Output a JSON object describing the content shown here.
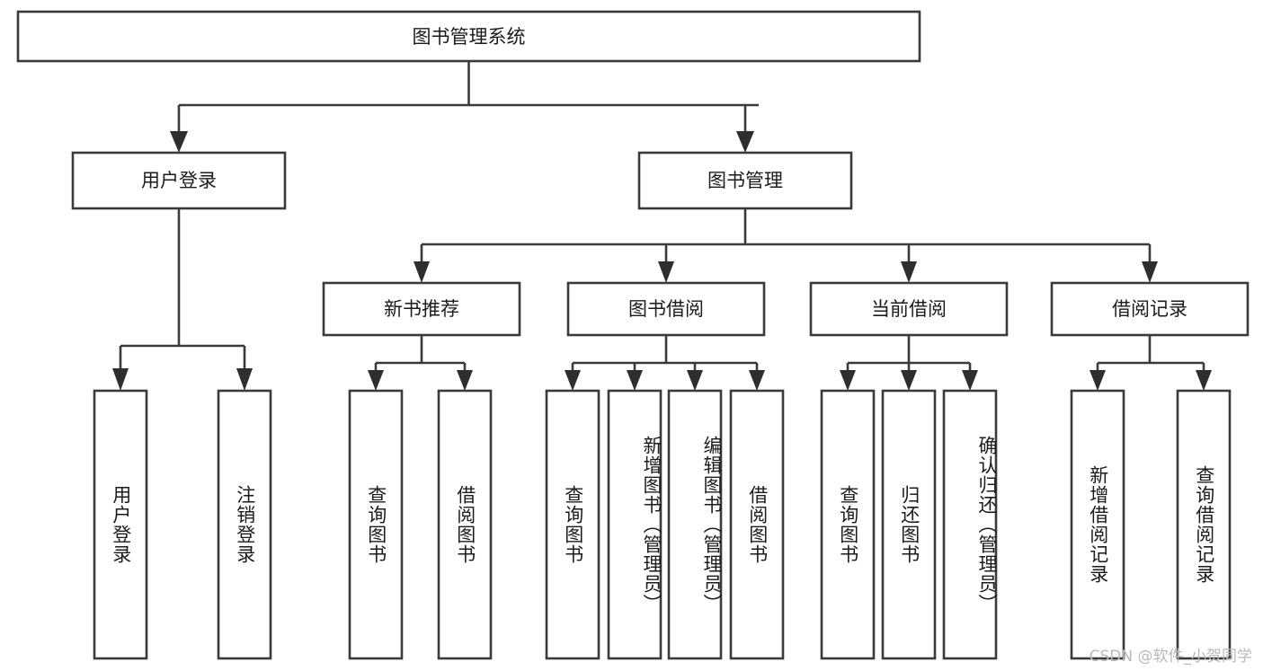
{
  "diagram": {
    "type": "hierarchy-tree",
    "orientation": "top-down",
    "root": {
      "id": "root",
      "label": "图书管理系统"
    },
    "level1": [
      {
        "id": "user-login",
        "label": "用户登录"
      },
      {
        "id": "book-mgmt",
        "label": "图书管理"
      }
    ],
    "level2": [
      {
        "id": "new-book-rec",
        "label": "新书推荐",
        "parent": "book-mgmt"
      },
      {
        "id": "book-borrow",
        "label": "图书借阅",
        "parent": "book-mgmt"
      },
      {
        "id": "current-borrow",
        "label": "当前借阅",
        "parent": "book-mgmt"
      },
      {
        "id": "borrow-record",
        "label": "借阅记录",
        "parent": "book-mgmt"
      }
    ],
    "leaves": [
      {
        "id": "leaf-user-login",
        "label": "用户登录",
        "parent": "user-login"
      },
      {
        "id": "leaf-logout-login",
        "label": "注销登录",
        "parent": "user-login"
      },
      {
        "id": "leaf-query-book-1",
        "label": "查询图书",
        "parent": "new-book-rec"
      },
      {
        "id": "leaf-borrow-book-1",
        "label": "借阅图书",
        "parent": "new-book-rec"
      },
      {
        "id": "leaf-query-book-2",
        "label": "查询图书",
        "parent": "book-borrow"
      },
      {
        "id": "leaf-add-book",
        "label": "新增图书（管理员）",
        "parent": "book-borrow"
      },
      {
        "id": "leaf-edit-book",
        "label": "编辑图书（管理员）",
        "parent": "book-borrow"
      },
      {
        "id": "leaf-borrow-book-2",
        "label": "借阅图书",
        "parent": "book-borrow"
      },
      {
        "id": "leaf-query-book-3",
        "label": "查询图书",
        "parent": "current-borrow"
      },
      {
        "id": "leaf-return-book",
        "label": "归还图书",
        "parent": "current-borrow"
      },
      {
        "id": "leaf-confirm-return",
        "label": "确认归还（管理员）",
        "parent": "current-borrow"
      },
      {
        "id": "leaf-add-record",
        "label": "新增借阅记录",
        "parent": "borrow-record"
      },
      {
        "id": "leaf-query-record",
        "label": "查询借阅记录",
        "parent": "borrow-record"
      }
    ],
    "colors": {
      "box_stroke": "#3a3a3a",
      "box_fill": "#ffffff",
      "connector": "#3a3a3a",
      "text": "#1b1b1b",
      "background": "#ffffff",
      "watermark": "#b9b9b9"
    }
  },
  "watermark": {
    "text": "CSDN @软件_小贺同学"
  }
}
